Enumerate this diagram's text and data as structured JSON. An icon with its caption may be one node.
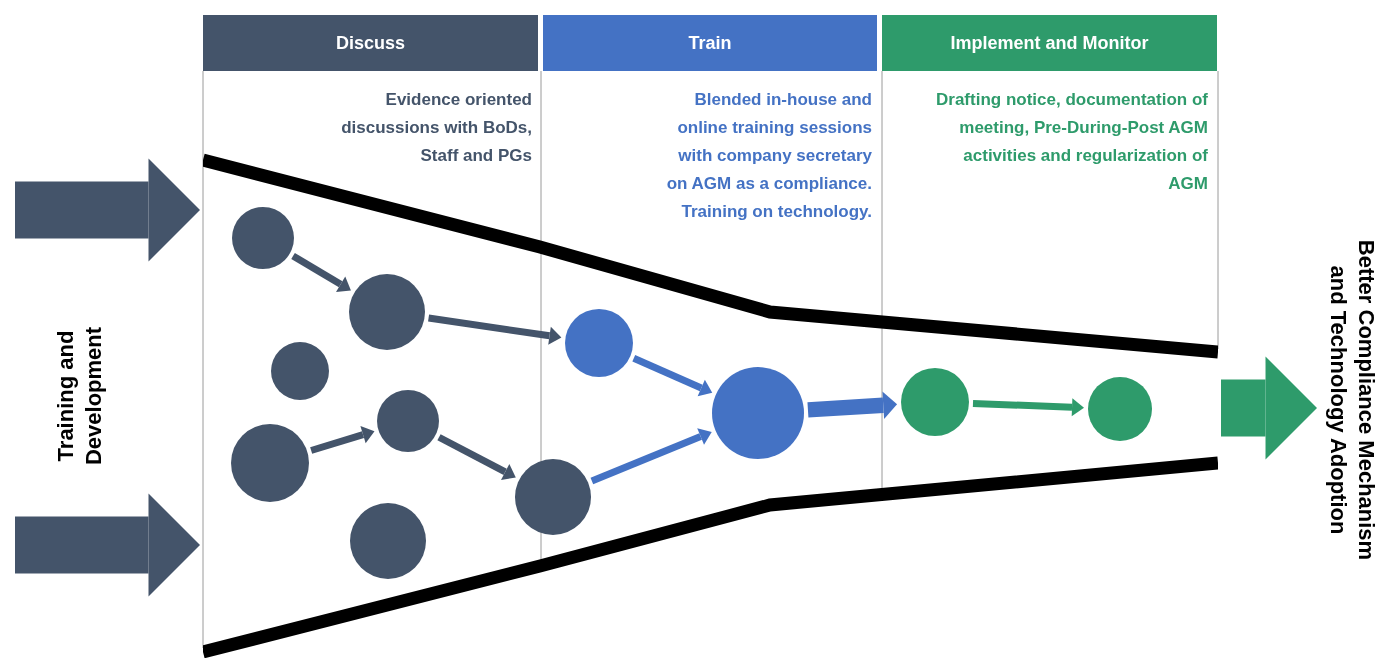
{
  "diagram": {
    "nodes": [
      {
        "text": [
          "Discuss"
        ]
      },
      {
        "text": [
          "Train"
        ]
      },
      {
        "text": [
          "Implement and Monitor"
        ]
      },
      {
        "text": [],
        "shape": "funnel"
      },
      {
        "text": [],
        "shape": "circle",
        "in": 3
      },
      {
        "text": [],
        "shape": "circle",
        "in": 3
      },
      {
        "text": [],
        "shape": "circle",
        "in": 3
      },
      {
        "text": [],
        "shape": "circle",
        "in": 3
      },
      {
        "text": [],
        "shape": "circle",
        "in": 3
      },
      {
        "text": [],
        "shape": "circle",
        "in": 3
      },
      {
        "text": [],
        "shape": "circle",
        "in": 3
      },
      {
        "text": [],
        "shape": "circle",
        "in": 3
      },
      {
        "text": [],
        "shape": "circle",
        "in": 3
      },
      {
        "text": [],
        "shape": "circle",
        "in": 3
      },
      {
        "text": [],
        "shape": "circle",
        "in": 3
      },
      {
        "text": [
          "Better Compliance Mechanism and Technology Adoption"
        ]
      }
    ],
    "edges": [
      {
        "from": 4,
        "to": 7,
        "arrow": "to"
      },
      {
        "from": 7,
        "to": 11,
        "arrow": "to"
      },
      {
        "from": 5,
        "to": 9,
        "arrow": "to"
      },
      {
        "from": 9,
        "to": 10,
        "arrow": "to"
      },
      {
        "from": 10,
        "to": 12,
        "arrow": "to",
        "color": "#4472c4"
      },
      {
        "from": 11,
        "to": 12,
        "arrow": "to",
        "color": "#4472c4"
      },
      {
        "from": 12,
        "to": 13,
        "arrow": "to",
        "style": "thick",
        "color": "#4472c4"
      },
      {
        "from": 13,
        "to": 14,
        "arrow": "to",
        "color": "#2e9b6b"
      },
      {
        "from": null,
        "to": 3,
        "arrow": "to",
        "style": "thick"
      },
      {
        "from": null,
        "to": 3,
        "arrow": "to",
        "style": "thick"
      },
      {
        "from": 3,
        "to": 15,
        "arrow": "to",
        "style": "thick",
        "color": "#2e9b6b"
      }
    ],
    "labels": [
      "Evidence oriented discussions with BoDs, Staff and PGs",
      "Blended in-house and online training sessions with company secretary on AGM as a compliance. Training on technology.",
      "Drafting notice, documentation of meeting, Pre-During-Post AGM activities and regularization of AGM",
      "Training and Development"
    ]
  }
}
